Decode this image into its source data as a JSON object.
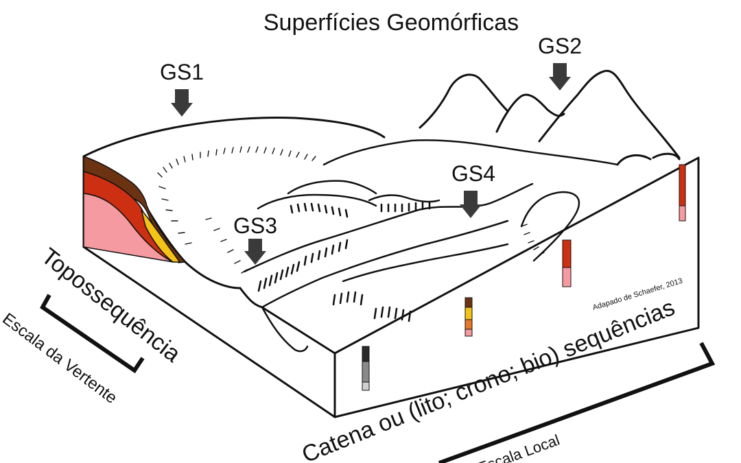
{
  "title": "Superfícies Geomórficas",
  "surfaces": {
    "gs1": "GS1",
    "gs2": "GS2",
    "gs3": "GS3",
    "gs4": "GS4"
  },
  "labels": {
    "toposequence": "Topossequência",
    "slope_scale": "Escala da Vertente",
    "catena": "Catena ou (lito; crono; bio) sequências",
    "local_scale": "Escala Local",
    "credit": "Adapado de Schaefer, 2013"
  },
  "colors": {
    "horizon_dark_brown": "#6b3312",
    "horizon_red": "#cc2f12",
    "horizon_pink": "#f59aa0",
    "horizon_yellow": "#f3c318",
    "horizon_orange": "#e6782a",
    "profile_dark": "#2a2a2a",
    "profile_gray": "#8a8a8a",
    "arrow_fill": "#3a3a3a"
  }
}
